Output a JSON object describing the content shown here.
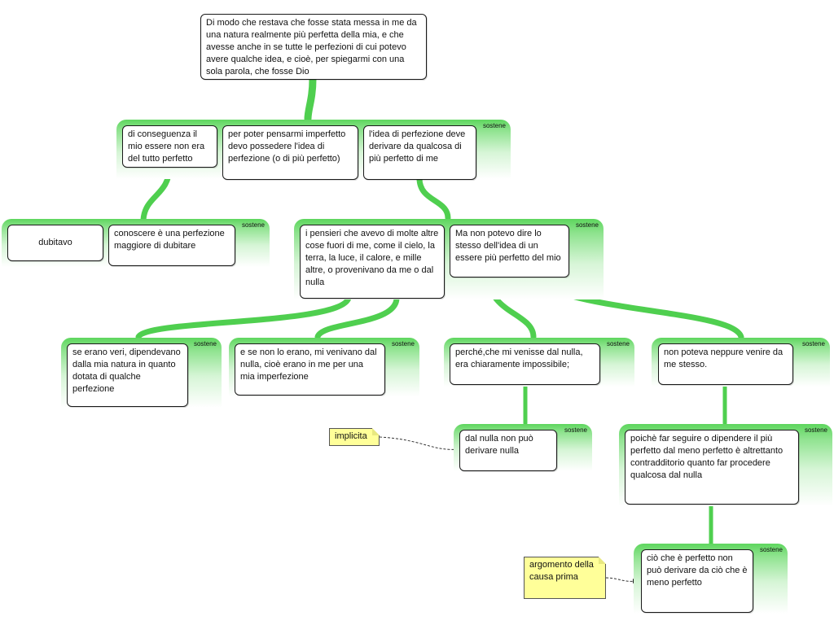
{
  "root": "Di modo che restava che fosse stata messa in me da una natura realmente più perfetta della mia, e che avesse anche in se tutte le perfezioni di cui potevo avere qualche idea, e cioè, per spiegarmi con una sola parola, che fosse Dio",
  "relation_label": "sostene",
  "nodes": {
    "conseguenza": "di conseguenza il mio essere non era del tutto perfetto",
    "poter_pensarmi": "per poter pensarmi imperfetto devo possedere l'idea di perfezione (o di più perfetto)",
    "idea_perfezione": "l'idea di perfezione deve derivare da qualcosa di più perfetto di me",
    "dubitavo": "dubitavo",
    "conoscere": "conoscere è una perfezione maggiore di dubitare",
    "pensieri": "i pensieri che avevo di molte altre cose fuori di me, come il cielo, la terra, la luce, il calore, e mille altre, o provenivano da me o dal nulla",
    "ma_non": "Ma non potevo dire lo stesso dell'idea di un essere più perfetto del mio",
    "se_veri": "se erano veri, dipendevano dalla mia natura in quanto dotata di qualche perfezione",
    "se_non": "e se non lo erano, mi venivano dal nulla, cioè erano in me per una mia imperfezione",
    "perche": "perché,che mi venisse dal nulla, era chiaramente impossibile;",
    "non_poteva": "non poteva neppure venire da me stesso.",
    "dal_nulla": "dal nulla non può derivare nulla",
    "poiche": "poichè far seguire o dipendere il più perfetto dal meno perfetto è altrettanto contradditorio quanto far procedere qualcosa dal nulla",
    "cio_che": "ciò che è perfetto non può derivare da ciò che è meno perfetto"
  },
  "notes": {
    "implicita": "implicita",
    "argomento": "argomento della causa prima"
  },
  "colors": {
    "connector": "#4fcf4f",
    "band": "#5ed65e",
    "note": "#ffff99"
  }
}
